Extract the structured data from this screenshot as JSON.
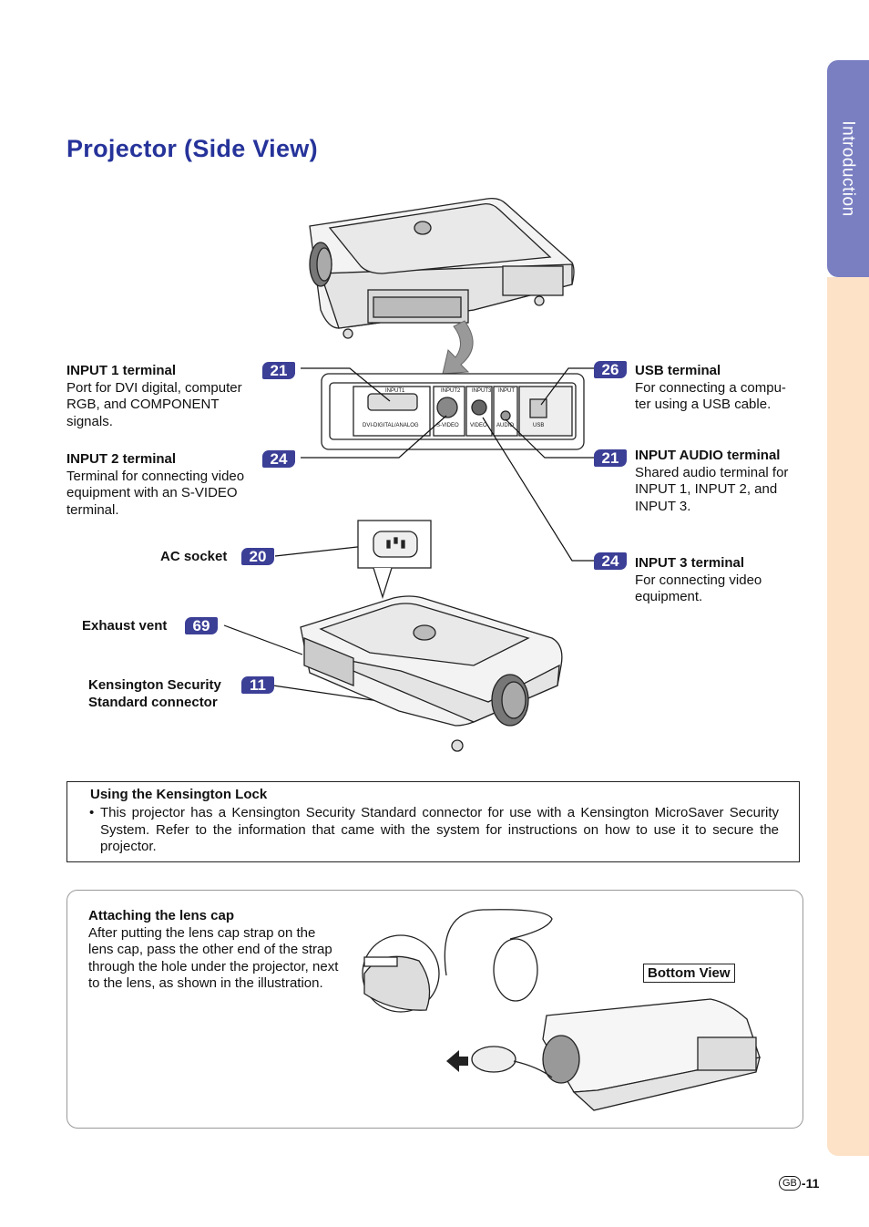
{
  "side_tab": {
    "label": "Introduction"
  },
  "title": "Projector (Side View)",
  "callouts": {
    "input1": {
      "badge": "21",
      "title": "INPUT 1 terminal",
      "desc": [
        "Port for DVI digital, computer",
        "RGB, and COMPONENT",
        "signals."
      ]
    },
    "input2": {
      "badge": "24",
      "title": "INPUT 2 terminal",
      "desc": [
        "Terminal for connecting video",
        "equipment with an S-VIDEO",
        "terminal."
      ]
    },
    "ac": {
      "badge": "20",
      "title": "AC socket"
    },
    "exhaust": {
      "badge": "69",
      "title": "Exhaust vent"
    },
    "kensington": {
      "badge": "11",
      "title": [
        "Kensington Security",
        "Standard connector"
      ]
    },
    "usb": {
      "badge": "26",
      "title": "USB terminal",
      "desc": [
        "For connecting a compu-",
        "ter using a USB cable."
      ]
    },
    "audio": {
      "badge": "21",
      "title": "INPUT AUDIO terminal",
      "desc": [
        "Shared audio terminal for",
        "INPUT 1, INPUT 2, and",
        "INPUT 3."
      ]
    },
    "input3": {
      "badge": "24",
      "title": "INPUT 3 terminal",
      "desc": [
        "For connecting video",
        "equipment."
      ]
    }
  },
  "panel": {
    "top_labels": [
      "INPUT1",
      "INPUT2",
      "INPUT3",
      "INPUT"
    ],
    "bottom_labels": [
      "DVI-DIGITAL/ANALOG",
      "S-VIDEO",
      "VIDEO",
      "AUDIO",
      "USB"
    ]
  },
  "kensington_box": {
    "title": "Using the Kensington Lock",
    "bullet": "•",
    "lines": [
      "This projector has a Kensington Security Standard connector for use with a Kensington MicroSaver Security",
      "System. Refer to the information that came with the system for instructions on how to use it to secure the",
      "projector."
    ]
  },
  "lens_cap": {
    "title": "Attaching the lens cap",
    "lines": [
      "After putting the lens cap strap on the",
      "lens cap, pass the other end of the strap",
      "through the hole under the projector, next",
      "to the lens, as shown in the illustration."
    ],
    "bottom_view": "Bottom View"
  },
  "footer": {
    "region": "GB",
    "page": "-11"
  },
  "colors": {
    "title": "#26339a",
    "badge": "#3c3f96",
    "tab": "#7a7fc2",
    "strip": "#fde2c8"
  }
}
